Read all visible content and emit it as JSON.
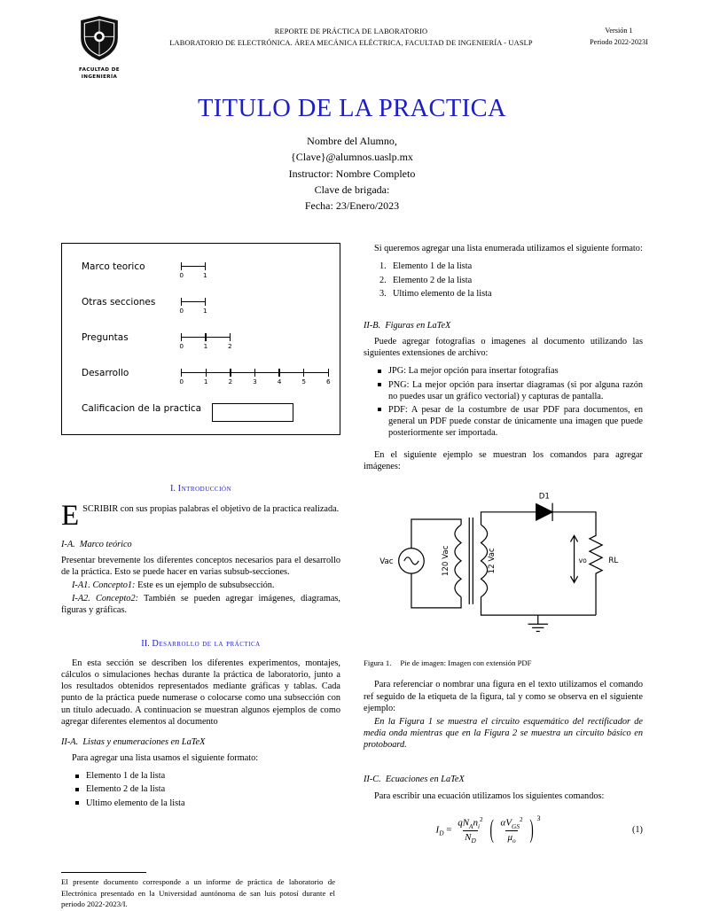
{
  "colors": {
    "accent_blue": "#1d1dc4"
  },
  "header": {
    "logo_line1": "FACULTAD DE",
    "logo_line2": "INGENIERÍA",
    "center_line1": "REPORTE DE PRÁCTICA DE LABORATORIO",
    "center_line2": "LABORATORIO DE ELECTRÓNICA. ÁREA MECÁNICA ELÉCTRICA, FACULTAD DE INGENIERÍA - UASLP",
    "version": "Versión 1",
    "period": "Periodo 2022-2023I"
  },
  "title": "TITULO DE LA PRACTICA",
  "authors": [
    "Nombre del Alumno,",
    "{Clave}@alumnos.uaslp.mx",
    "Instructor: Nombre Completo",
    "Clave de brigada:",
    "Fecha: 23/Enero/2023"
  ],
  "rubric": {
    "rows": [
      {
        "label": "Marco teorico",
        "ticks": [
          "0",
          "1"
        ]
      },
      {
        "label": "Otras secciones",
        "ticks": [
          "0",
          "1"
        ]
      },
      {
        "label": "Preguntas",
        "ticks": [
          "0",
          "1",
          "2"
        ]
      },
      {
        "label": "Desarrollo",
        "ticks": [
          "0",
          "1",
          "2",
          "3",
          "4",
          "5",
          "6"
        ]
      }
    ],
    "score_label": "Calificacion de la practica"
  },
  "intro": {
    "num": "I.",
    "title": "Introducción",
    "dropcap": "E",
    "lead": "SCRIBIR con sus propias palabras el objetivo de la practica realizada.",
    "subA_num": "I-A.",
    "subA_title": "Marco teórico",
    "subA_body": "Presentar brevemente los diferentes conceptos necesarios para el desarrollo de la práctica. Esto se puede hacer en varias subsub-secciones.",
    "subA1_label": "I-A1. Concepto1:",
    "subA1_text": "Este es un ejemplo de subsubsección.",
    "subA2_label": "I-A2. Concepto2:",
    "subA2_text": "También se pueden agregar imágenes, diagramas, figuras y gráficas."
  },
  "dev": {
    "num": "II.",
    "title": "Desarrollo de la práctica",
    "body": "En esta sección se describen los diferentes experimentos, montajes, cálculos o simulaciones hechas durante la práctica de laboratorio, junto a los resultados obtenidos representados mediante gráficas y tablas. Cada punto de la práctica puede numerase o colocarse como una subsección con un título adecuado. A continuacion se muestran algunos ejemplos de como agregar diferentes elementos al documento",
    "subA_num": "II-A.",
    "subA_title": "Listas y enumeraciones en LaTeX",
    "list_intro": "Para agregar una lista usamos el siguiente formato:",
    "bullets": [
      "Elemento 1 de la lista",
      "Elemento 2 de la lista",
      "Ultimo elemento de la lista"
    ],
    "enum_intro": "Si queremos agregar una lista enumerada utilizamos el siguiente formato:",
    "enum": [
      {
        "num": "1.",
        "text": "Elemento 1 de la lista"
      },
      {
        "num": "2.",
        "text": "Elemento 2 de la lista"
      },
      {
        "num": "3.",
        "text": "Ultimo elemento de la lista"
      }
    ],
    "subB_num": "II-B.",
    "subB_title": "Figuras en LaTeX",
    "figures_intro": "Puede agregar fotografias o imagenes al documento utilizando las siguientes extensiones de archivo:",
    "file_bullets": [
      "JPG: La mejor opción para insertar fotografías",
      "PNG: La mejor opción para insertar diagramas (si por alguna razón no puedes usar un gráfico vectorial) y capturas de pantalla.",
      "PDF: A pesar de la costumbre de usar PDF para documentos, en general un PDF puede constar de únicamente una imagen que puede posteriormente ser importada."
    ],
    "example_intro": "En el siguiente ejemplo se muestran los comandos para agregar imágenes:",
    "figcap_label": "Figura 1.",
    "figcap_text": "Pie de imagen: Imagen con extensión PDF",
    "ref_para": "Para referenciar o nombrar una figura en el texto utilizamos el comando ref seguido de la etiqueta de la figura, tal y como se observa en el siguiente ejemplo:",
    "ref_example": "En la Figura 1 se muestra el circuito esquemático del rectificador de media onda mientras que en la Figura 2 se muestra un circuito básico en protoboard.",
    "subC_num": "II-C.",
    "subC_title": "Ecuaciones en LaTeX",
    "eq_intro": "Para escribir una ecuación utilizamos los siguientes comandos:"
  },
  "circuit": {
    "vac": "Vac",
    "primary": "120 Vac",
    "secondary": "12 Vac",
    "diode": "D1",
    "vo": "vo",
    "load": "RL"
  },
  "equation": {
    "lhs": "I",
    "lhs_sub": "D",
    "rel": "=",
    "f1n_a": "qN",
    "f1n_a_sub": "A",
    "f1n_b": "n",
    "f1n_b_sub": "i",
    "f1n_b_sup": "2",
    "f1d": "N",
    "f1d_sub": "D",
    "lparen": "(",
    "rparen": ")",
    "f2n_a": "αV",
    "f2n_a_sub": "GS",
    "f2n_a_sup": "2",
    "f2d": "μ",
    "f2d_sub": "o",
    "outer_sup": "3",
    "number": "(1)"
  },
  "footnote": "El presente documento corresponde a un informe de práctica de laboratorio de Electrónica presentado en la Universidad auntónoma de san luis potosí durante el periodo 2022-2023/I."
}
